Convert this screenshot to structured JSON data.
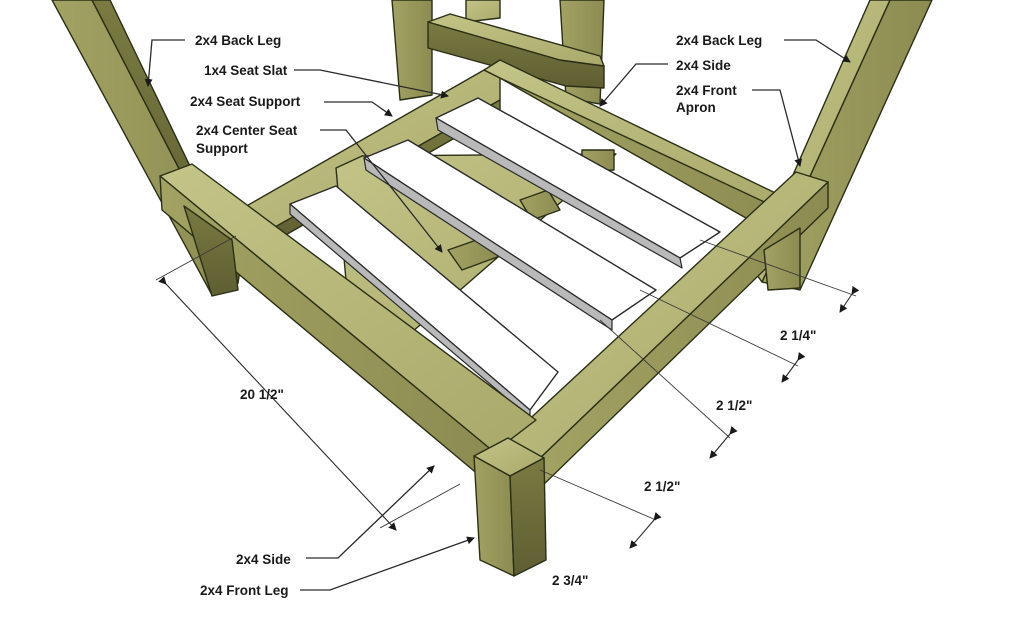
{
  "labels": {
    "back_leg_left": "2x4 Back Leg",
    "seat_slat": "1x4 Seat Slat",
    "seat_support": "2x4 Seat Support",
    "center_seat_support_1": "2x4 Center Seat",
    "center_seat_support_2": "Support",
    "back_leg_right": "2x4 Back Leg",
    "side_right": "2x4 Side",
    "front_apron_1": "2x4 Front",
    "front_apron_2": "Apron",
    "side_bottom": "2x4 Side",
    "front_leg": "2x4 Front Leg"
  },
  "dimensions": {
    "depth": "20 1/2\"",
    "gap_1": "2 1/4\"",
    "gap_2": "2 1/2\"",
    "gap_3": "2 1/2\"",
    "gap_4": "2 3/4\""
  },
  "colors": {
    "wood_light": "#b7b878",
    "wood_mid": "#9a9a5c",
    "wood_dark": "#6f6f3c",
    "wood_shadow": "#55552c",
    "slat": "#ffffff",
    "background": "#ffffff"
  }
}
